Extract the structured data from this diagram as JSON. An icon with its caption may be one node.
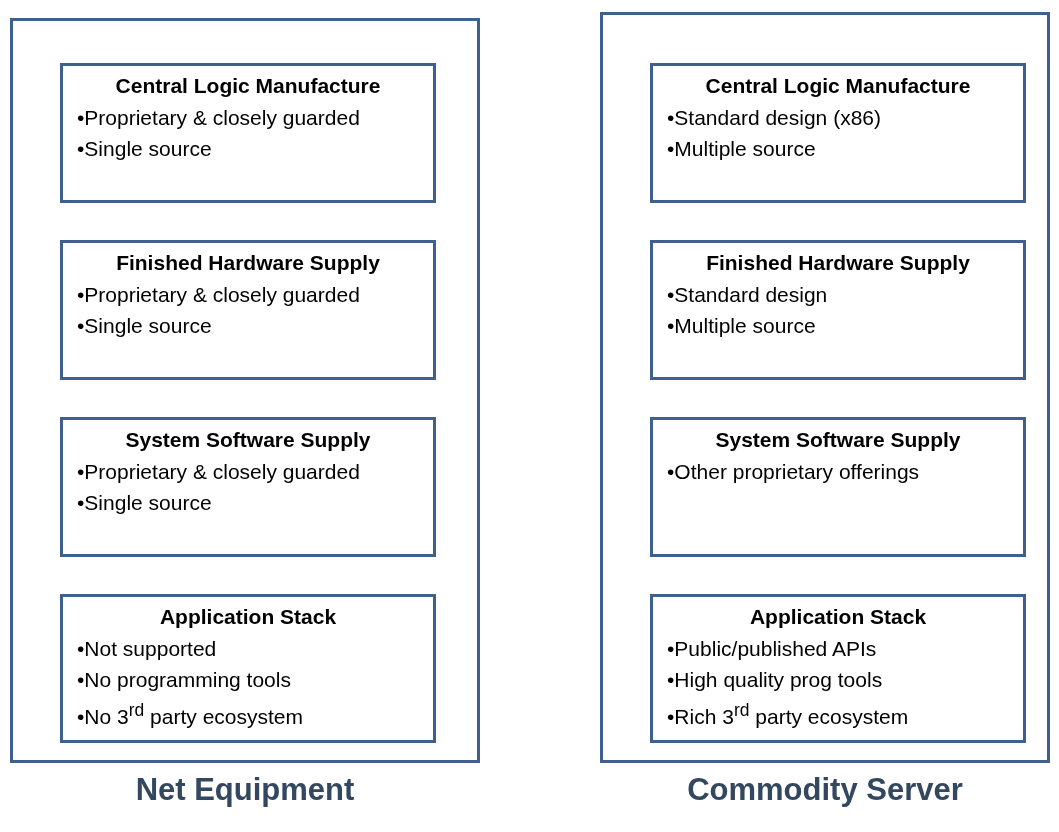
{
  "diagram": {
    "nodes": [
      {
        "text": [
          "Net Equipment"
        ]
      },
      {
        "text": [
          "Central Logic Manufacture",
          "•Proprietary & closely guarded",
          "•Single source"
        ],
        "in": 0
      },
      {
        "text": [
          "Finished Hardware Supply",
          "•Proprietary & closely guarded",
          "•Single source"
        ],
        "in": 0
      },
      {
        "text": [
          "System Software Supply",
          "•Proprietary & closely guarded",
          "•Single source"
        ],
        "in": 0
      },
      {
        "text": [
          "Application Stack",
          "•Not supported",
          "•No programming tools",
          "•No 3$^{rd}$ party ecosystem"
        ],
        "in": 0
      },
      {
        "text": [
          "Commodity Server"
        ]
      },
      {
        "text": [
          "Central Logic Manufacture",
          "•Standard design (x86)",
          "•Multiple source"
        ],
        "in": 5
      },
      {
        "text": [
          "Finished Hardware Supply",
          "•Standard design",
          "•Multiple source"
        ],
        "in": 5
      },
      {
        "text": [
          "System Software Supply",
          "•Other proprietary offerings"
        ],
        "in": 5
      },
      {
        "text": [
          "Application Stack",
          "•Public/published APIs",
          "•High quality prog tools",
          "•Rich 3$^{rd}$ party ecosystem"
        ],
        "in": 5
      }
    ],
    "edges": []
  }
}
